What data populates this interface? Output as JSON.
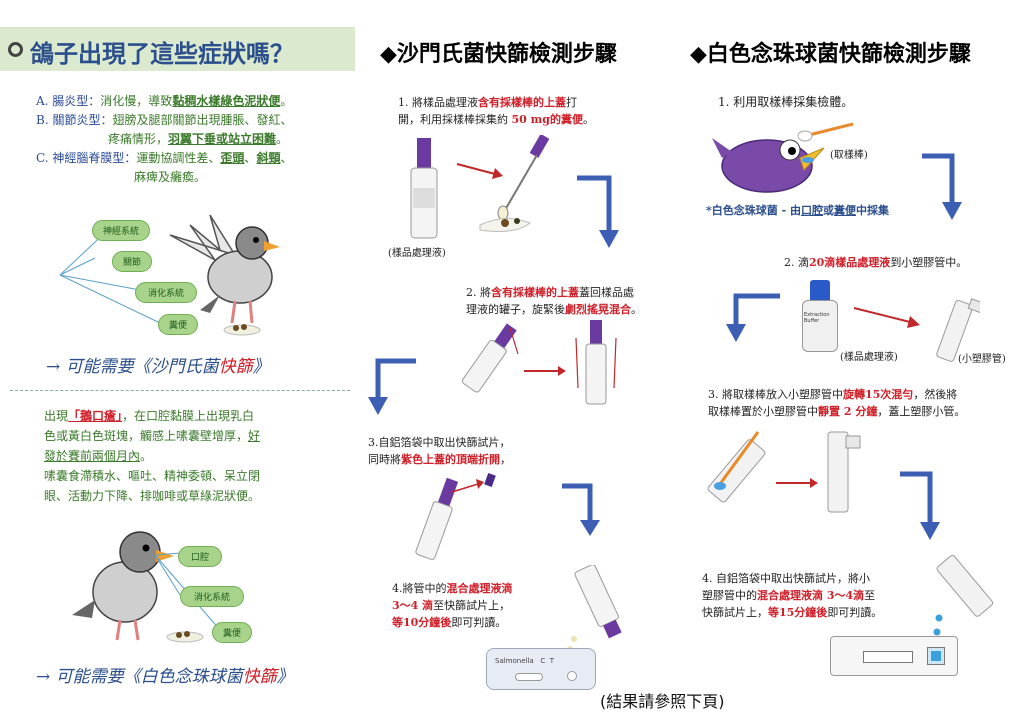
{
  "left": {
    "header": "鴿子出現了這些症狀嗎？",
    "items": [
      {
        "key": "A. 腸炎型：",
        "pre": "消化慢，導致",
        "hi": "黏稠水樣綠色泥狀便",
        "post": "。"
      },
      {
        "key": "B. 關節炎型：",
        "pre": "翅膀及腿部關節出現腫脹、發紅、",
        "line2a": "疼痛情形，",
        "hi": "羽翼下垂或站立困難",
        "post": "。"
      },
      {
        "key": "C. 神經腦脊膜型：",
        "pre": "運動協調性差、",
        "hi1": "歪頭",
        "mid": "、",
        "hi2": "斜頸",
        "post": "、",
        "line2": "麻痺及癱瘓。"
      }
    ],
    "pills1": [
      "神經系統",
      "關節",
      "消化系統",
      "糞便"
    ],
    "arrow1_pre": "→ 可能需要《沙門氏菌",
    "arrow1_hi": "快篩",
    "arrow1_post": "》",
    "para": {
      "l1a": "出現",
      "l1b": "「鵝口瘡」",
      "l1c": "，在口腔黏膜上出現乳白",
      "l2a": "色或黃白色斑塊，觸感上嗉囊壁增厚，",
      "l2b": "好",
      "l3": "發於賽前兩個月內",
      "l3b": "。",
      "l4": "嗉囊食滯積水、嘔吐、精神委頓、呆立閉",
      "l5": "眼、活動力下降、排咖啡或草綠泥狀便。"
    },
    "pills2": [
      "口腔",
      "消化系統",
      "糞便"
    ],
    "arrow2_pre": "→ 可能需要《白色念珠球菌",
    "arrow2_hi": "快篩",
    "arrow2_post": "》"
  },
  "mid": {
    "title": "◆沙門氏菌快篩檢測步驟",
    "s1a": "1. 將樣品處理液",
    "s1b": "含有採樣棒的上蓋",
    "s1c": "打",
    "s1d": "開，利用採樣棒採集約 ",
    "s1e": "50 mg的糞便",
    "s1f": "。",
    "label1": "(樣品處理液)",
    "s2a": "2. 將",
    "s2b": "含有採樣棒的上蓋",
    "s2c": "蓋回樣品處",
    "s2d": "理液的罐子，旋緊後",
    "s2e": "劇烈搖晃混合",
    "s2f": "。",
    "s3a": "3.自鋁箔袋中取出快篩試片，",
    "s3b": "同時將",
    "s3c": "紫色上蓋的頂端折開",
    "s3d": "，",
    "s4a": "4.將管中的",
    "s4b": "混合處理液滴",
    "s4c": "3～4 滴",
    "s4d": "至快篩試片上，",
    "s4e": "等10分鐘後",
    "s4f": "即可判讀。",
    "cassette": "Salmonella   C  T"
  },
  "right": {
    "title": "◆白色念珠球菌快篩檢測步驟",
    "s1": "1. 利用取樣棒採集檢體。",
    "swab": "(取樣棒)",
    "note_a": "*白色念珠球菌 - 由",
    "note_b": "口腔",
    "note_c": "或",
    "note_d": "糞便",
    "note_e": "中採集",
    "s2a": "2. 滴",
    "s2b": "20滴樣品處理液",
    "s2c": "到小塑膠管中。",
    "bottle_text": "Extraction Buffer",
    "label_a": "(樣品處理液)",
    "label_b": "(小塑膠管)",
    "s3a": "3. 將取樣棒放入小塑膠管中",
    "s3b": "旋轉15次混勻",
    "s3c": "，然後將",
    "s3d": "取樣棒置於小塑膠管中",
    "s3e": "靜置 2 分鐘",
    "s3f": "，蓋上塑膠小管。",
    "s4a": "4. 自鋁箔袋中取出快篩試片，將小",
    "s4b": "塑膠管中的",
    "s4c": "混合處理液滴 3～4滴",
    "s4d": "至",
    "s4e": "快篩試片上，",
    "s4f": "等15分鐘後",
    "s4g": "即可判讀。"
  },
  "footer": "(結果請參照下頁)"
}
